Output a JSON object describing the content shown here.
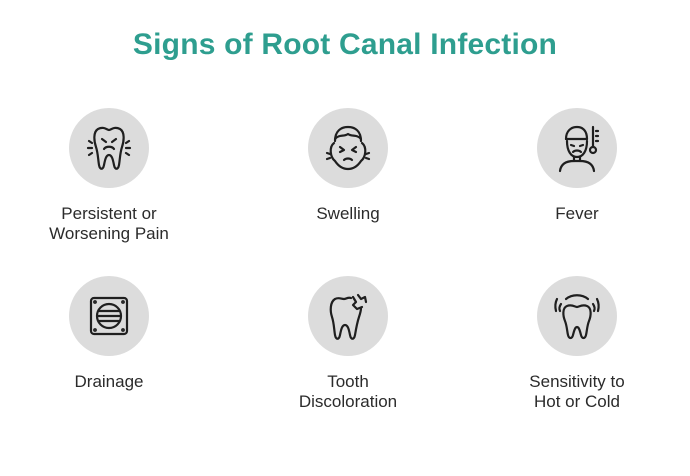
{
  "title": "Signs of Root Canal Infection",
  "colors": {
    "title": "#2e9e8f",
    "circle": "#dcdcdc",
    "icon": "#1f1f1f",
    "text": "#2b2b2b"
  },
  "items": [
    {
      "label": "Persistent or\nWorsening Pain",
      "icon": "aching-tooth-icon"
    },
    {
      "label": "Swelling",
      "icon": "swollen-face-icon"
    },
    {
      "label": "Fever",
      "icon": "fever-thermometer-icon"
    },
    {
      "label": "Drainage",
      "icon": "drain-grate-icon"
    },
    {
      "label": "Tooth\nDiscoloration",
      "icon": "cracked-tooth-icon"
    },
    {
      "label": "Sensitivity to\nHot or Cold",
      "icon": "sensitive-tooth-icon"
    }
  ]
}
